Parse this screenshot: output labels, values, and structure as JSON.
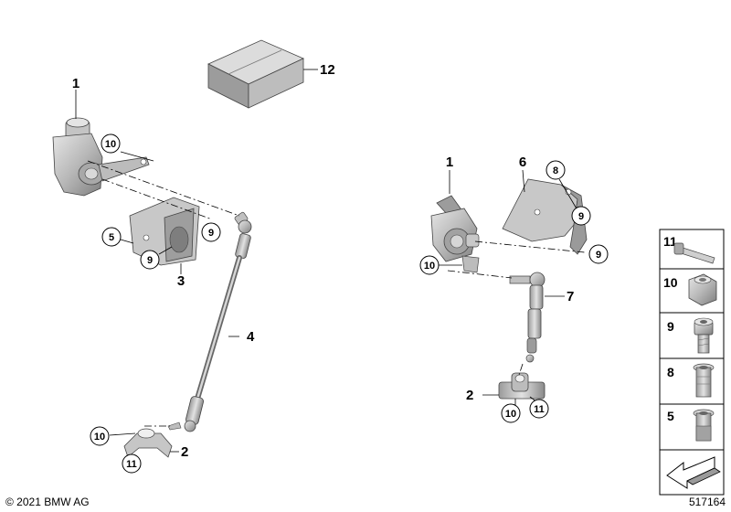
{
  "callouts": {
    "left_1": "1",
    "left_10a": "10",
    "left_5": "5",
    "left_9a": "9",
    "left_9b": "9",
    "left_3": "3",
    "left_4": "4",
    "left_10b": "10",
    "left_2": "2",
    "left_11": "11",
    "top_12": "12",
    "right_1": "1",
    "right_6": "6",
    "right_8": "8",
    "right_9a": "9",
    "right_9b": "9",
    "right_10a": "10",
    "right_7": "7",
    "right_2": "2",
    "right_10b": "10",
    "right_11": "11"
  },
  "legend": {
    "items": [
      "11",
      "10",
      "9",
      "8",
      "5"
    ]
  },
  "footer": {
    "copyright": "© 2021 BMW AG",
    "diagram_id": "517164"
  },
  "colors": {
    "part_light": "#d8d8d8",
    "part_mid": "#b4b4b4",
    "part_dark": "#8a8a8a",
    "outline": "#222222"
  }
}
